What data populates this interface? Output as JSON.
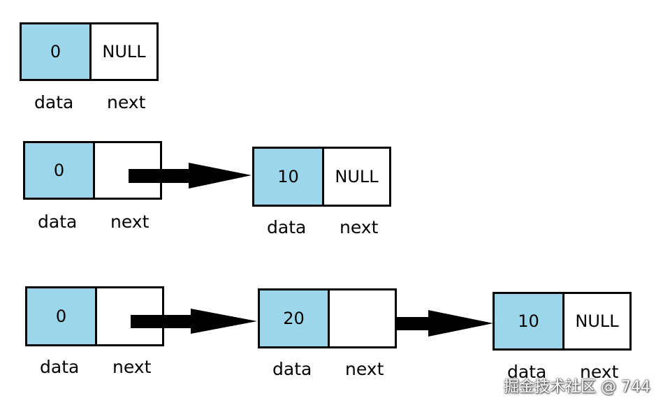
{
  "labels": {
    "data": "data",
    "next": "next"
  },
  "rows": [
    {
      "nodes": [
        {
          "data": "0",
          "next": "NULL"
        }
      ]
    },
    {
      "nodes": [
        {
          "data": "0",
          "next": ""
        },
        {
          "data": "10",
          "next": "NULL"
        }
      ]
    },
    {
      "nodes": [
        {
          "data": "0",
          "next": ""
        },
        {
          "data": "20",
          "next": ""
        },
        {
          "data": "10",
          "next": "NULL"
        }
      ]
    }
  ],
  "watermark": "掘金技术社区 @ 744",
  "colors": {
    "data_cell": "#9cd6ea",
    "next_cell": "#ffffff",
    "border": "#000000"
  }
}
